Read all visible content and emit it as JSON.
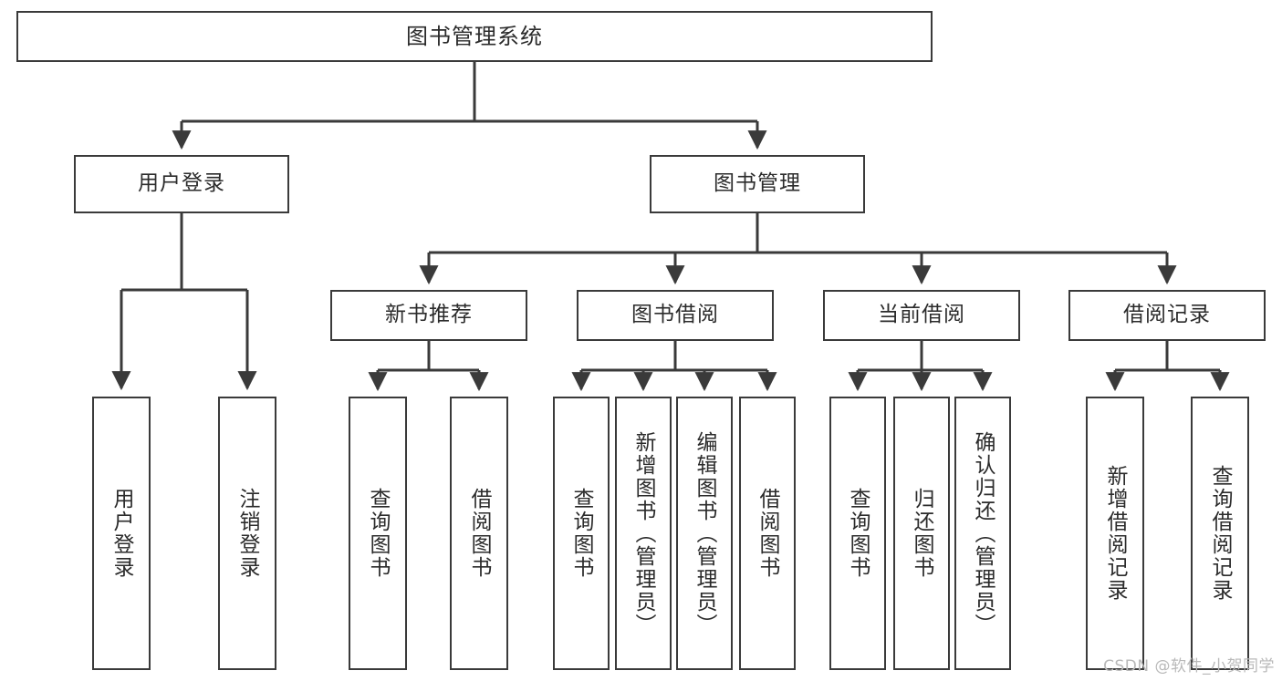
{
  "diagram": {
    "title": "图书管理系统",
    "type": "tree-hierarchy",
    "colors": {
      "box_border": "#3a3a3a",
      "box_fill": "#ffffff",
      "connector": "#3a3a3a",
      "text": "#2b2b2b",
      "watermark": "#b9b9b9",
      "background": "#ffffff"
    },
    "root": {
      "label": "图书管理系统"
    },
    "level2": [
      {
        "label": "用户登录"
      },
      {
        "label": "图书管理"
      }
    ],
    "level3": [
      {
        "label": "新书推荐"
      },
      {
        "label": "图书借阅"
      },
      {
        "label": "当前借阅"
      },
      {
        "label": "借阅记录"
      }
    ],
    "leaves": {
      "user_login": [
        {
          "label": "用户登录"
        },
        {
          "label": "注销登录"
        }
      ],
      "new_book_recommend": [
        {
          "label": "查询图书"
        },
        {
          "label": "借阅图书"
        }
      ],
      "book_borrow": [
        {
          "label": "查询图书"
        },
        {
          "label": "新增图书（管理员）"
        },
        {
          "label": "编辑图书（管理员）"
        },
        {
          "label": "借阅图书"
        }
      ],
      "current_borrow": [
        {
          "label": "查询图书"
        },
        {
          "label": "归还图书"
        },
        {
          "label": "确认归还（管理员）"
        }
      ],
      "borrow_record": [
        {
          "label": "新增借阅记录"
        },
        {
          "label": "查询借阅记录"
        }
      ]
    },
    "watermark": "CSDN @软件_小贺同学"
  }
}
